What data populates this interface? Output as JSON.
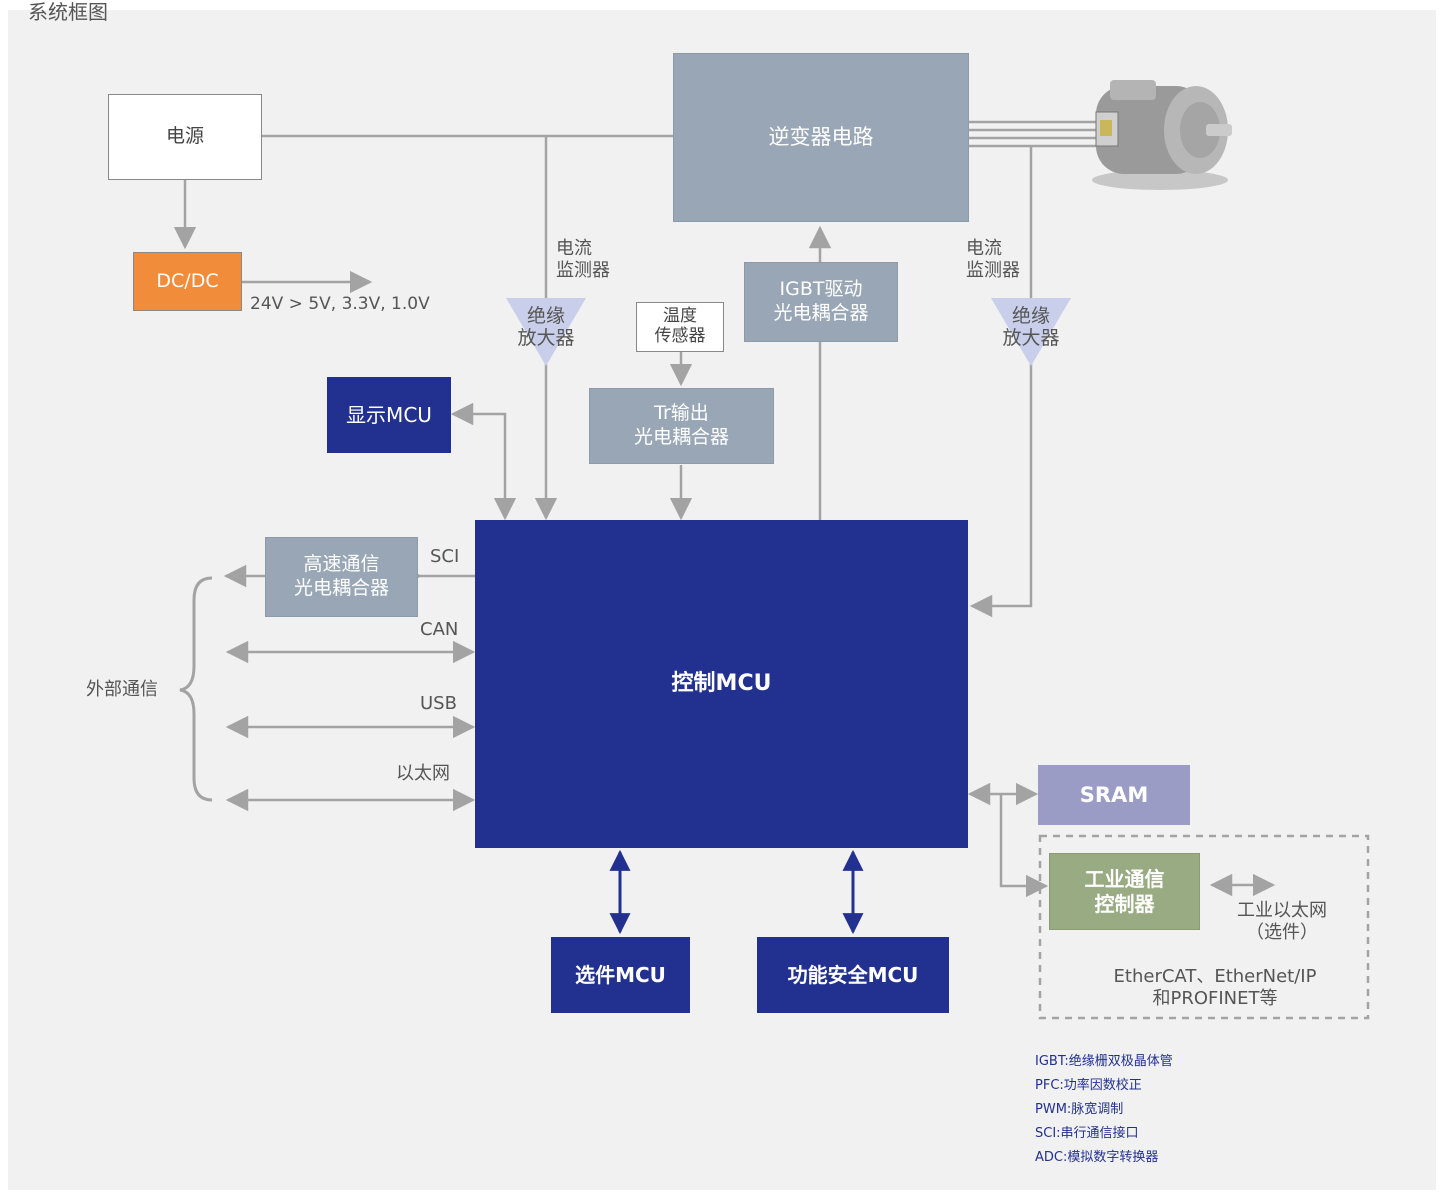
{
  "title": "系统框图",
  "blocks": {
    "power": "电源",
    "dcdc": "DC/DC",
    "dcdc_output": "24V > 5V, 3.3V, 1.0V",
    "inverter": "逆变器电路",
    "current_monitor_left": [
      "电流",
      "监测器"
    ],
    "current_monitor_right": [
      "电流",
      "监测器"
    ],
    "iso_amp_left": [
      "绝缘",
      "放大器"
    ],
    "iso_amp_right": [
      "绝缘",
      "放大器"
    ],
    "temp_sensor": [
      "温度",
      "传感器"
    ],
    "tr_output": [
      "Tr输出",
      "光电耦合器"
    ],
    "igbt_driver": [
      "IGBT驱动",
      "光电耦合器"
    ],
    "display_mcu": "显示MCU",
    "highspeed_comm": [
      "高速通信",
      "光电耦合器"
    ],
    "control_mcu": "控制MCU",
    "option_mcu": "选件MCU",
    "safety_mcu": "功能安全MCU",
    "sram": "SRAM",
    "industrial_comm": [
      "工业通信",
      "控制器"
    ],
    "industrial_ethernet": [
      "工业以太网",
      "（选件）"
    ],
    "protocols": [
      "EtherCAT、EtherNet/IP",
      "和PROFINET等"
    ]
  },
  "signals": {
    "sci": "SCI",
    "can": "CAN",
    "usb": "USB",
    "ethernet": "以太网",
    "external_comm": "外部通信"
  },
  "legend": [
    "IGBT:绝缘栅双极晶体管",
    "PFC:功率因数校正",
    "PWM:脉宽调制",
    "SCI:串行通信接口",
    "ADC:模拟数字转换器"
  ],
  "colors": {
    "navy": "#223190",
    "gray_block": "#98a6b6",
    "orange": "#f08c3a",
    "lavender": "#9a9cc6",
    "green": "#99ab82",
    "wire": "#a3a3a3"
  }
}
